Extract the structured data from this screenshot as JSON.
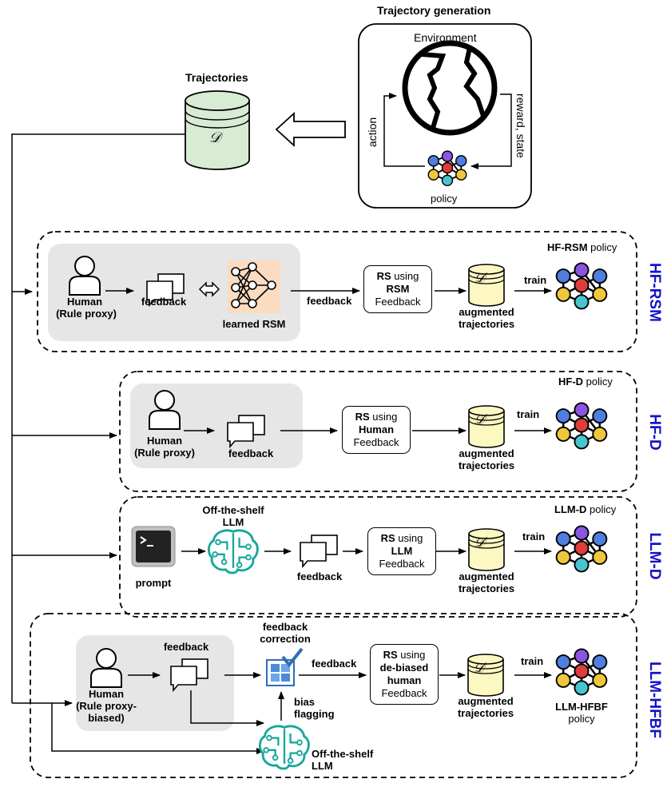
{
  "generation": {
    "title": "Trajectory generation",
    "environment": "Environment",
    "action": "action",
    "reward_state": "reward, state",
    "policy": "policy"
  },
  "trajectories": {
    "title": "Trajectories",
    "db_symbol": "𝒟"
  },
  "common": {
    "human": "Human",
    "rule_proxy": "(Rule proxy)",
    "feedback": "feedback",
    "train": "train",
    "augmented": "augmented",
    "trajectories": "trajectories",
    "db_prime": "𝒟′",
    "rs": "RS",
    "using": " using",
    "feedback_cap": "Feedback",
    "policy_word": " policy"
  },
  "rows": {
    "hfrsm": {
      "label": "HF-RSM",
      "policy_bold": "HF-RSM",
      "learned": "learned RSM",
      "rs_source": "RSM"
    },
    "hfd": {
      "label": "HF-D",
      "policy_bold": "HF-D",
      "rs_source": "Human"
    },
    "llmd": {
      "label": "LLM-D",
      "policy_bold": "LLM-D",
      "llm_title_1": "Off-the-shelf",
      "llm_title_2": "LLM",
      "prompt": "prompt",
      "rs_source": "LLM"
    },
    "llmhfbf": {
      "label": "LLM-HFBF",
      "rule_proxy_1": "(Rule proxy-",
      "rule_proxy_2": "biased)",
      "correction_1": "feedback",
      "correction_2": "correction",
      "bias_1": "bias",
      "bias_2": "flagging",
      "llm_1": "Off-the-shelf",
      "llm_2": "LLM",
      "rs_source_1": "de-biased",
      "rs_source_2": "human",
      "policy_1": "LLM-HFBF",
      "policy_2": "policy"
    }
  },
  "colors": {
    "row_label": "#1414c8",
    "db_top": "#d8ebd3",
    "db_prime": "#fdf7c2",
    "rsm_bg": "#fbdcc0",
    "llm_teal": "#15a79a"
  }
}
